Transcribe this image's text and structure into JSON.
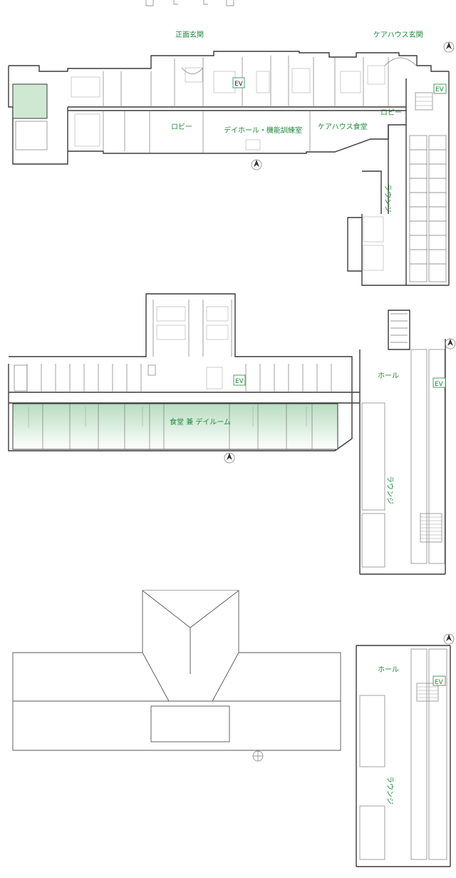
{
  "colors": {
    "label": "#1f8a3c",
    "highlight": "#cfe8d2",
    "wall": "#3a3a3a"
  },
  "floor1": {
    "main_entrance": "正面玄関",
    "carehouse_entrance": "ケアハウス玄関",
    "lobby_left": "ロビー",
    "day_hall": "デイホール・機能訓練室",
    "carehouse_dining": "ケアハウス食堂",
    "lobby_right": "ロビー",
    "lounge": "ラウンジ",
    "ev_center": "EV",
    "ev_right": "EV"
  },
  "floor2": {
    "dining": "食堂 兼 デイルーム",
    "hall": "ホール",
    "lounge": "ラウンジ",
    "ev_center": "EV",
    "ev_right": "EV"
  },
  "floor3": {
    "hall": "ホール",
    "lounge": "ラウンジ",
    "ev_right": "EV"
  },
  "icons": {
    "compass": "compass-icon"
  }
}
